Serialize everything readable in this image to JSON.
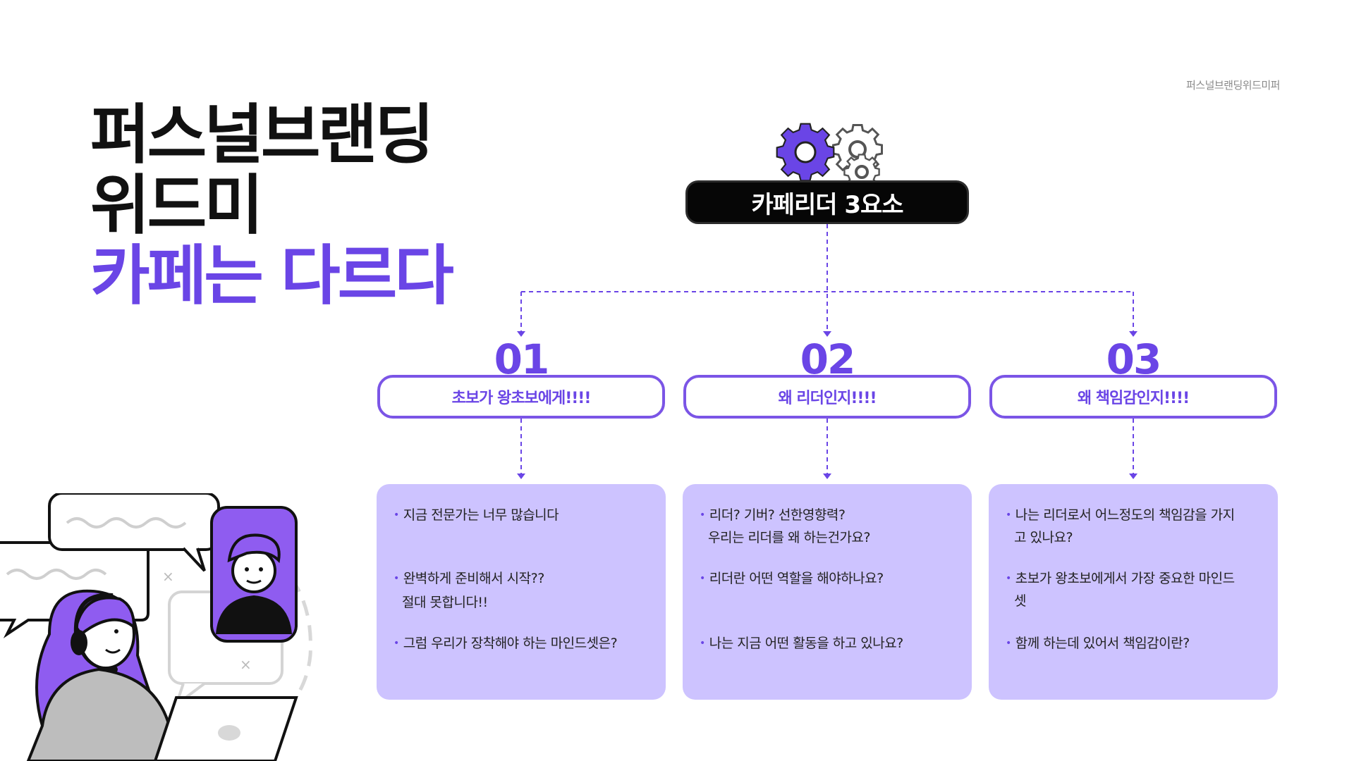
{
  "header": {
    "brand_tag": "퍼스널브랜딩위드미퍼"
  },
  "title": {
    "line1": "퍼스널브랜딩",
    "line2": "위드미",
    "line3": "카페는 다르다"
  },
  "root": {
    "label": "카페리더 3요소"
  },
  "columns": [
    {
      "number": "01",
      "heading": "초보가 왕초보에게!!!!",
      "items": [
        "지금 전문가는 너무 많습니다",
        "완벽하게 준비해서 시작??",
        "절대 못합니다!!",
        "그럼 우리가 장착해야 하는 마인드셋은?"
      ]
    },
    {
      "number": "02",
      "heading": "왜 리더인지!!!!",
      "items": [
        "리더? 기버? 선한영향력?",
        "우리는 리더를 왜 하는건가요?",
        "리더란 어떤 역할을 해야하나요?",
        "나는 지금 어떤 활동을 하고 있나요?"
      ]
    },
    {
      "number": "03",
      "heading": "왜 책임감인지!!!!",
      "items": [
        "나는 리더로서 어느정도의 책임감을 가지",
        "고 있나요?",
        "초보가 왕초보에게서 가장 중요한 마인드",
        "셋",
        "함께 하는데 있어서 책임감이란?"
      ]
    }
  ],
  "icons": [
    "gear-icon",
    "gear-outline-icon",
    "headset-icon",
    "laptop-icon",
    "speech-bubble-icon"
  ],
  "colors": {
    "accent": "#6a45e6",
    "card_bg": "#cdc3ff",
    "root_bg": "#060606",
    "text": "#111111"
  }
}
